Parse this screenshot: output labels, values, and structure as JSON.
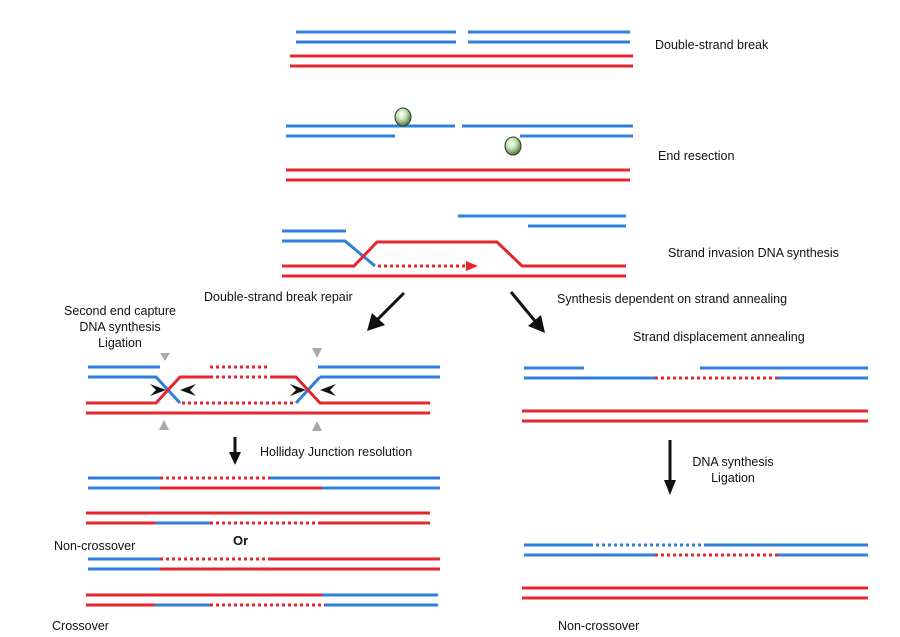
{
  "labels": {
    "double_strand_break": "Double-strand break",
    "end_resection": "End resection",
    "strand_invasion": "Strand invasion DNA synthesis",
    "dsbr": "Double-strand break repair",
    "sdsa": "Synthesis dependent on strand annealing",
    "second_end_line1": "Second end capture",
    "second_end_line2": "DNA synthesis",
    "second_end_line3": "Ligation",
    "strand_displacement": "Strand displacement annealing",
    "holliday": "Holliday Junction resolution",
    "dna_synth_line1": "DNA synthesis",
    "dna_synth_line2": "Ligation",
    "non_crossover_left": "Non-crossover",
    "or": "Or",
    "crossover": "Crossover",
    "non_crossover_right": "Non-crossover"
  },
  "colors": {
    "blue_strand": "#2f7fdc",
    "red_strand": "#e5262c",
    "arrow": "#111111",
    "grey_marker": "#a8a8a8",
    "protein": "#8fbf7a"
  }
}
